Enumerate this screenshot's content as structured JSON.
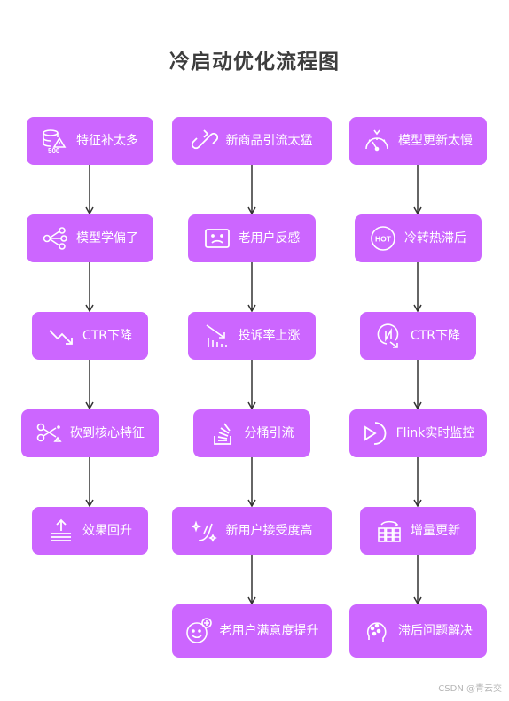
{
  "title": "冷启动优化流程图",
  "watermark": "CSDN @青云交",
  "columns": [
    {
      "nodes": [
        {
          "label": "特征补太多",
          "icon": "database-warning-icon"
        },
        {
          "label": "模型学偏了",
          "icon": "share-nodes-icon"
        },
        {
          "label": "CTR下降",
          "icon": "trend-down-icon"
        },
        {
          "label": "砍到核心特征",
          "icon": "scissors-icon"
        },
        {
          "label": "效果回升",
          "icon": "upload-lines-icon"
        }
      ]
    },
    {
      "nodes": [
        {
          "label": "新商品引流太猛",
          "icon": "link-arrow-icon"
        },
        {
          "label": "老用户反感",
          "icon": "sad-screen-icon"
        },
        {
          "label": "投诉率上涨",
          "icon": "bar-trend-down-icon"
        },
        {
          "label": "分桶引流",
          "icon": "stack-overflow-icon"
        },
        {
          "label": "新用户接受度高",
          "icon": "sparkle-hand-icon"
        },
        {
          "label": "老用户满意度提升",
          "icon": "smile-plus-icon"
        }
      ]
    },
    {
      "nodes": [
        {
          "label": "模型更新太慢",
          "icon": "speedometer-icon"
        },
        {
          "label": "冷转热滞后",
          "icon": "hot-badge-icon"
        },
        {
          "label": "CTR下降",
          "icon": "currency-arrow-icon"
        },
        {
          "label": "Flink实时监控",
          "icon": "play-circle-icon"
        },
        {
          "label": "增量更新",
          "icon": "grid-refresh-icon"
        },
        {
          "label": "滞后问题解决",
          "icon": "head-dots-icon"
        }
      ]
    }
  ]
}
